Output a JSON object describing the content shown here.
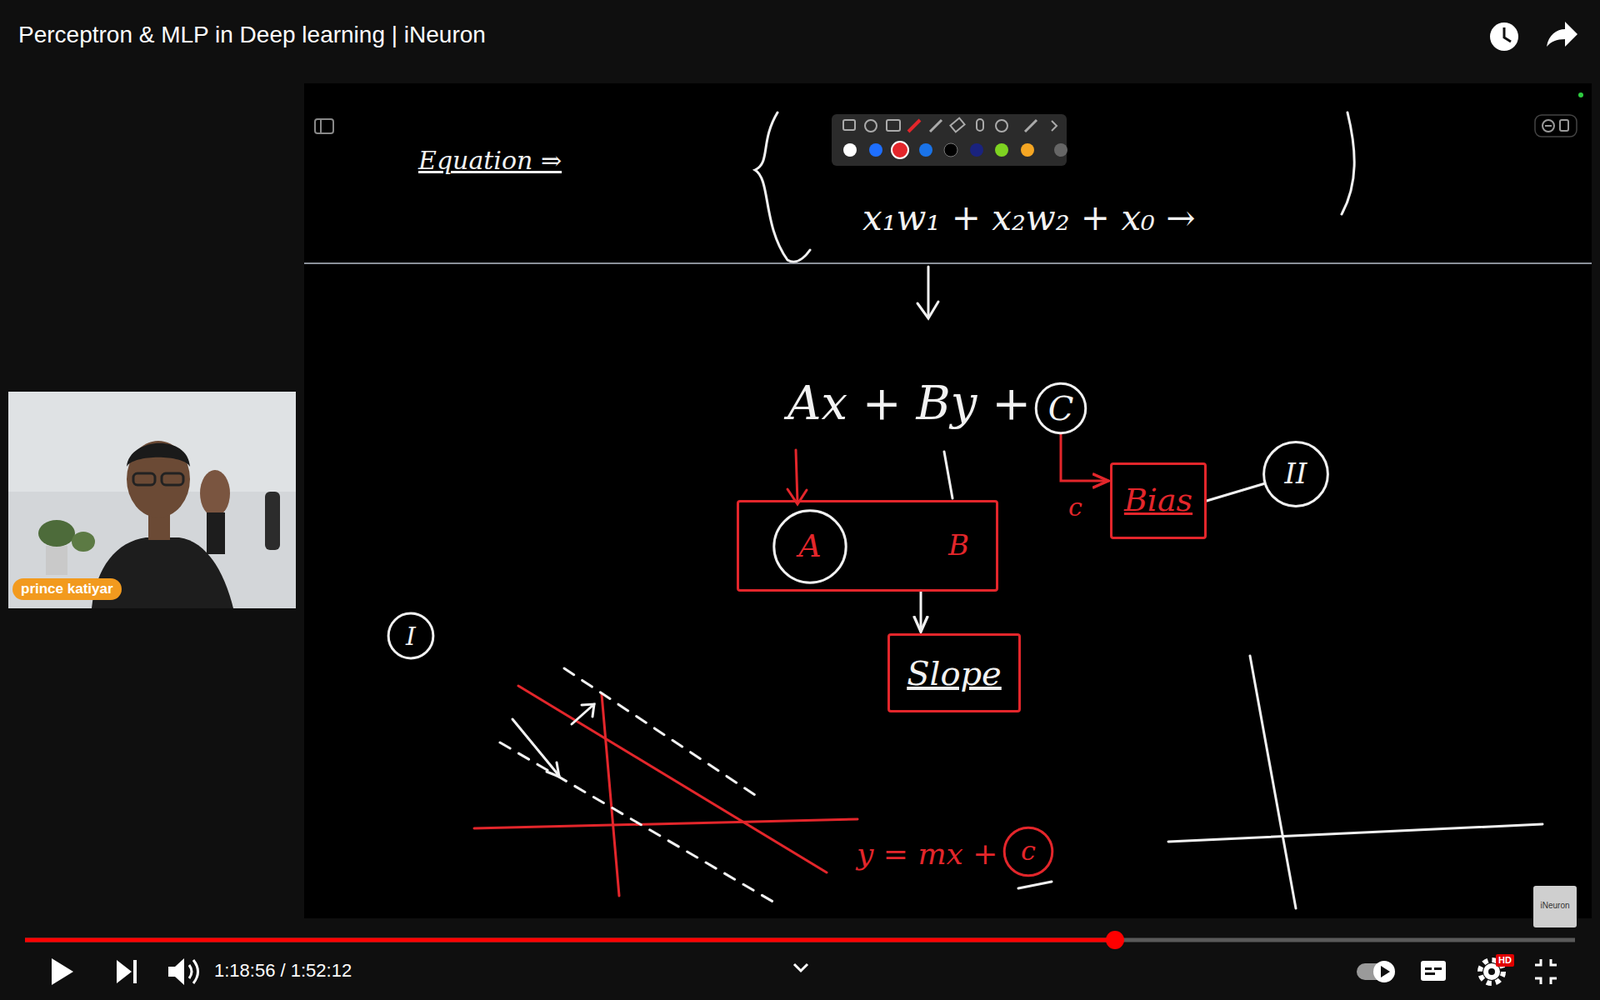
{
  "diagram": {
    "title": "Perceptron & MLP in Deep learning | iNeuron",
    "nodes": [
      {
        "text": [
          "B"
        ]
      },
      {
        "text": [
          "A"
        ],
        "in": 0
      },
      {
        "text": [
          "Slope"
        ]
      },
      {
        "text": [
          "Bias"
        ]
      },
      {
        "text": [
          "II"
        ]
      },
      {
        "text": [
          "C"
        ]
      },
      {
        "text": [
          "I"
        ]
      },
      {
        "text": [
          "c"
        ]
      }
    ],
    "edges": [
      {
        "from": 0,
        "to": 2,
        "arrow": "to"
      },
      {
        "from": 5,
        "to": 3,
        "arrow": "to"
      },
      {
        "from": 3,
        "to": 4,
        "arrow": "none"
      }
    ],
    "labels": [
      "Equation ⇒",
      "x₁w₁ + x₂w₂ + x₀ →",
      "Ax + By +",
      "c",
      "y = mx +",
      "prince katiyar",
      "1:18:56 / 1:52:12",
      "iNeuron",
      "HD"
    ]
  }
}
